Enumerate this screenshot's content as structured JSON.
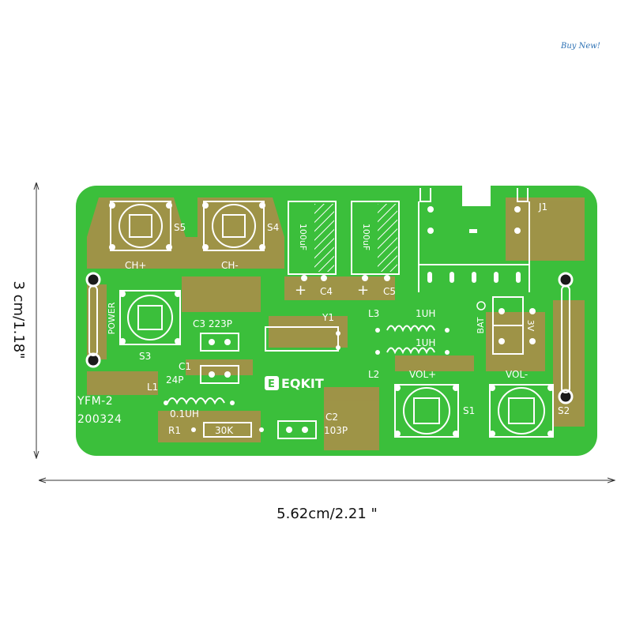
{
  "corner_tag": "Buy  New!",
  "dimensions": {
    "height_label": "3 cm/1.18\"",
    "width_label": "5.62cm/2.21  \""
  },
  "board": {
    "model": "YFM-2",
    "date_code": "200324",
    "logo": "EQKIT",
    "colors": {
      "board": "#3bbf3b",
      "copper": "#b08c4a",
      "silk": "#ffffff",
      "pad": "#ffffff",
      "hole": "#1a1a1a"
    },
    "labels": {
      "s5": "S5",
      "s4": "S4",
      "ch_plus": "CH+",
      "ch_minus": "CH-",
      "power": "POWER",
      "s3": "S3",
      "c3": "C3 223P",
      "y1": "Y1",
      "c1": "C1",
      "c1_val": "24P",
      "l1": "L1",
      "l1_val": "0.1UH",
      "r1": "R1",
      "r1_val": "30K",
      "c2": "C2",
      "c2_val": "103P",
      "c4": "C4",
      "c5": "C5",
      "cap_val_1": "100uF",
      "cap_val_2": "100uF",
      "plus_1": "+",
      "plus_2": "+",
      "l3": "L3",
      "l3_val": "1UH",
      "l2": "L2",
      "l2_val": "1UH",
      "bat": "BAT",
      "volt": "3V",
      "j1": "J1",
      "vol_plus": "VOL+",
      "vol_minus": "VOL-",
      "s1": "S1",
      "s2": "S2"
    }
  }
}
